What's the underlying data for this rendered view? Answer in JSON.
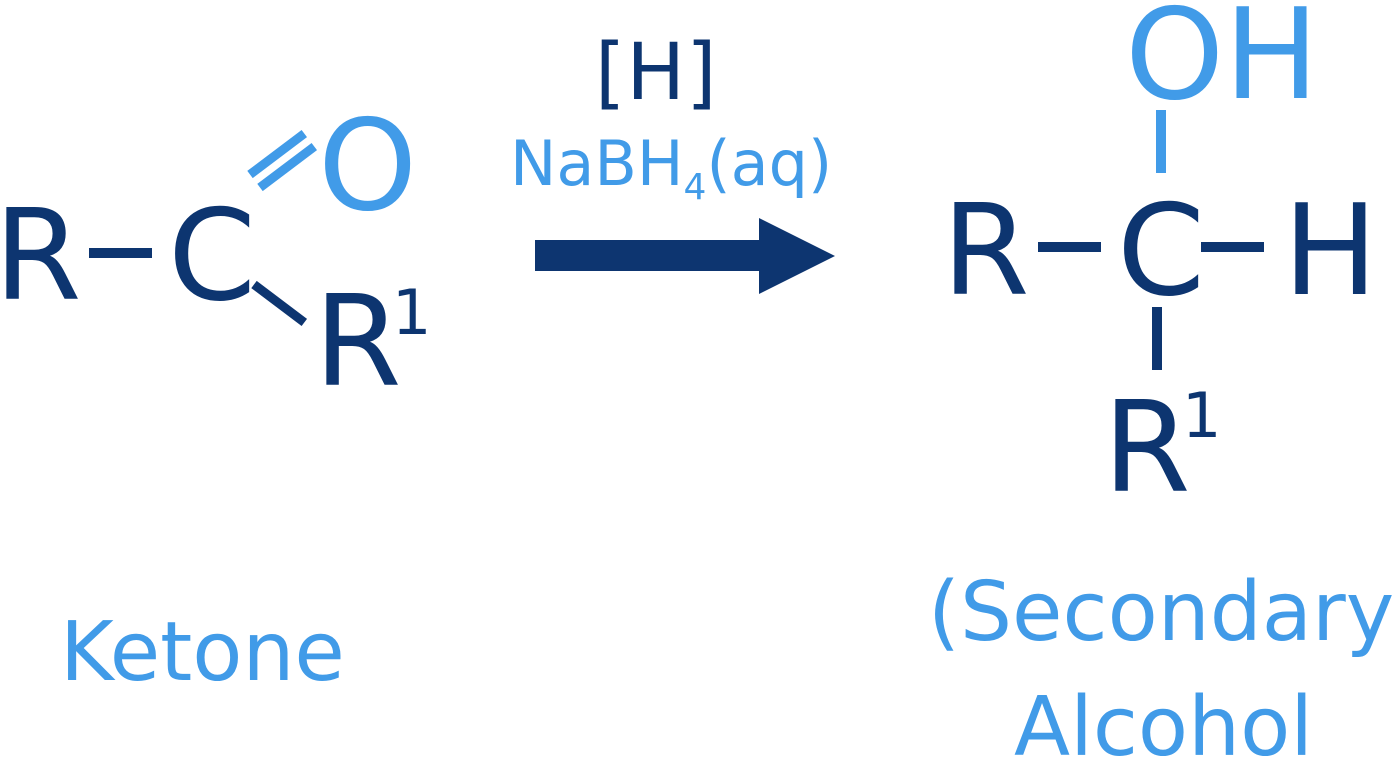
{
  "colors": {
    "primary_navy": "#0d3570",
    "accent_blue": "#419be8",
    "background": "#ffffff"
  },
  "reactant": {
    "name": "Ketone",
    "atoms": {
      "r": "R",
      "c": "C",
      "o": "O",
      "r1": "R",
      "r1_superscript": "1"
    },
    "bonds": [
      "R–C single",
      "C=O double",
      "C–R1 single"
    ]
  },
  "reaction": {
    "condition_top": "[H]",
    "reagent_prefix": "NaBH",
    "reagent_subscript": "4",
    "reagent_suffix": "(aq)",
    "arrow": "right-arrow"
  },
  "product": {
    "name_line1": "(Secondary)",
    "name_line2": "Alcohol",
    "atoms": {
      "oh": "OH",
      "r": "R",
      "c": "C",
      "h": "H",
      "r1": "R",
      "r1_superscript": "1"
    },
    "bonds": [
      "C–OH single",
      "R–C single",
      "C–H single",
      "C–R1 single"
    ]
  }
}
